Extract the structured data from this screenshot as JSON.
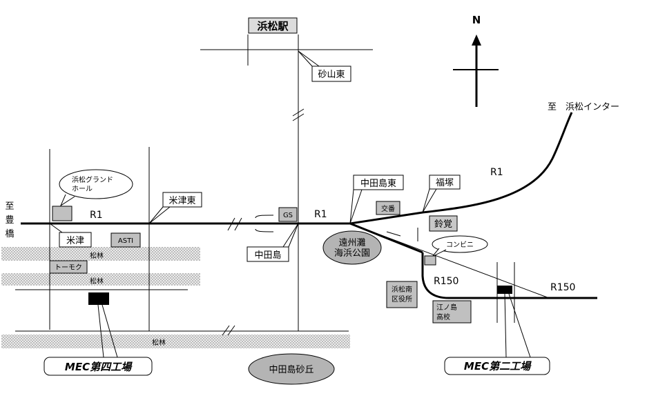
{
  "colors": {
    "road": "#000000",
    "box_fill": "#c0c0c0",
    "box_dark_fill": "#8c8c8c",
    "factory": "#000000",
    "hatch": "#d8d8d8",
    "background": "#ffffff"
  },
  "compass": {
    "north_label": "N",
    "icon": "north-arrow-icon"
  },
  "station": {
    "label": "浜松駅"
  },
  "destinations": {
    "interchange": "至　浜松インター",
    "toyohashi": "至\n豊\n橋"
  },
  "roads": {
    "r1_west": "R1",
    "r1_center": "R1",
    "r1_east": "R1",
    "r150_west": "R150",
    "r150_east": "R150"
  },
  "intersections": {
    "sunayama_higashi": "砂山東",
    "yonezu_higashi": "米津東",
    "yonezu": "米津",
    "nakatajima": "中田島",
    "nakatajima_higashi": "中田島東",
    "fukuzuka": "福塚",
    "suzukaku": "鈴覚"
  },
  "landmarks": {
    "grand_hall": "浜松グランド\nホール",
    "gs": "GS",
    "asti": "ASTI",
    "tomoku": "トーモク",
    "koban": "交番",
    "park": "遠州灘\n海浜公園",
    "konbini": "コンビニ",
    "ward_office": "浜松南\n区役所",
    "high_school": "江ノ島\n高校",
    "dunes": "中田島砂丘"
  },
  "forests": {
    "forest_1": "松林",
    "forest_2": "松林",
    "forest_3": "松林"
  },
  "factories": {
    "fourth": "MEC第四工場",
    "second": "MEC第二工場"
  }
}
